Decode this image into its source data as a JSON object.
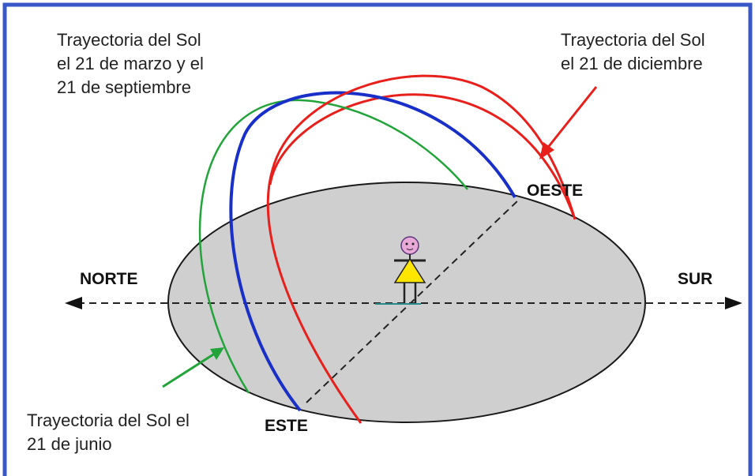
{
  "colors": {
    "border": "#3a57c8",
    "ground": "#cfcfcf",
    "ground_outline": "#1a1a1a",
    "june_path": "#22a43a",
    "equinox_path": "#1830c8",
    "december_path": "#e8201c",
    "axis": "#222222"
  },
  "labels": {
    "equinox": "Trayectoria del Sol\nel 21 de marzo y el\n21 de septiembre",
    "december": "Trayectoria del Sol\nel 21 de diciembre",
    "june": "Trayectoria del Sol el\n21 de junio"
  },
  "directions": {
    "north": "NORTE",
    "south": "SUR",
    "east": "ESTE",
    "west": "OESTE"
  },
  "icons": {
    "person": "stick-figure-girl",
    "red_pointer": "arrow-icon",
    "green_pointer": "arrow-icon"
  }
}
